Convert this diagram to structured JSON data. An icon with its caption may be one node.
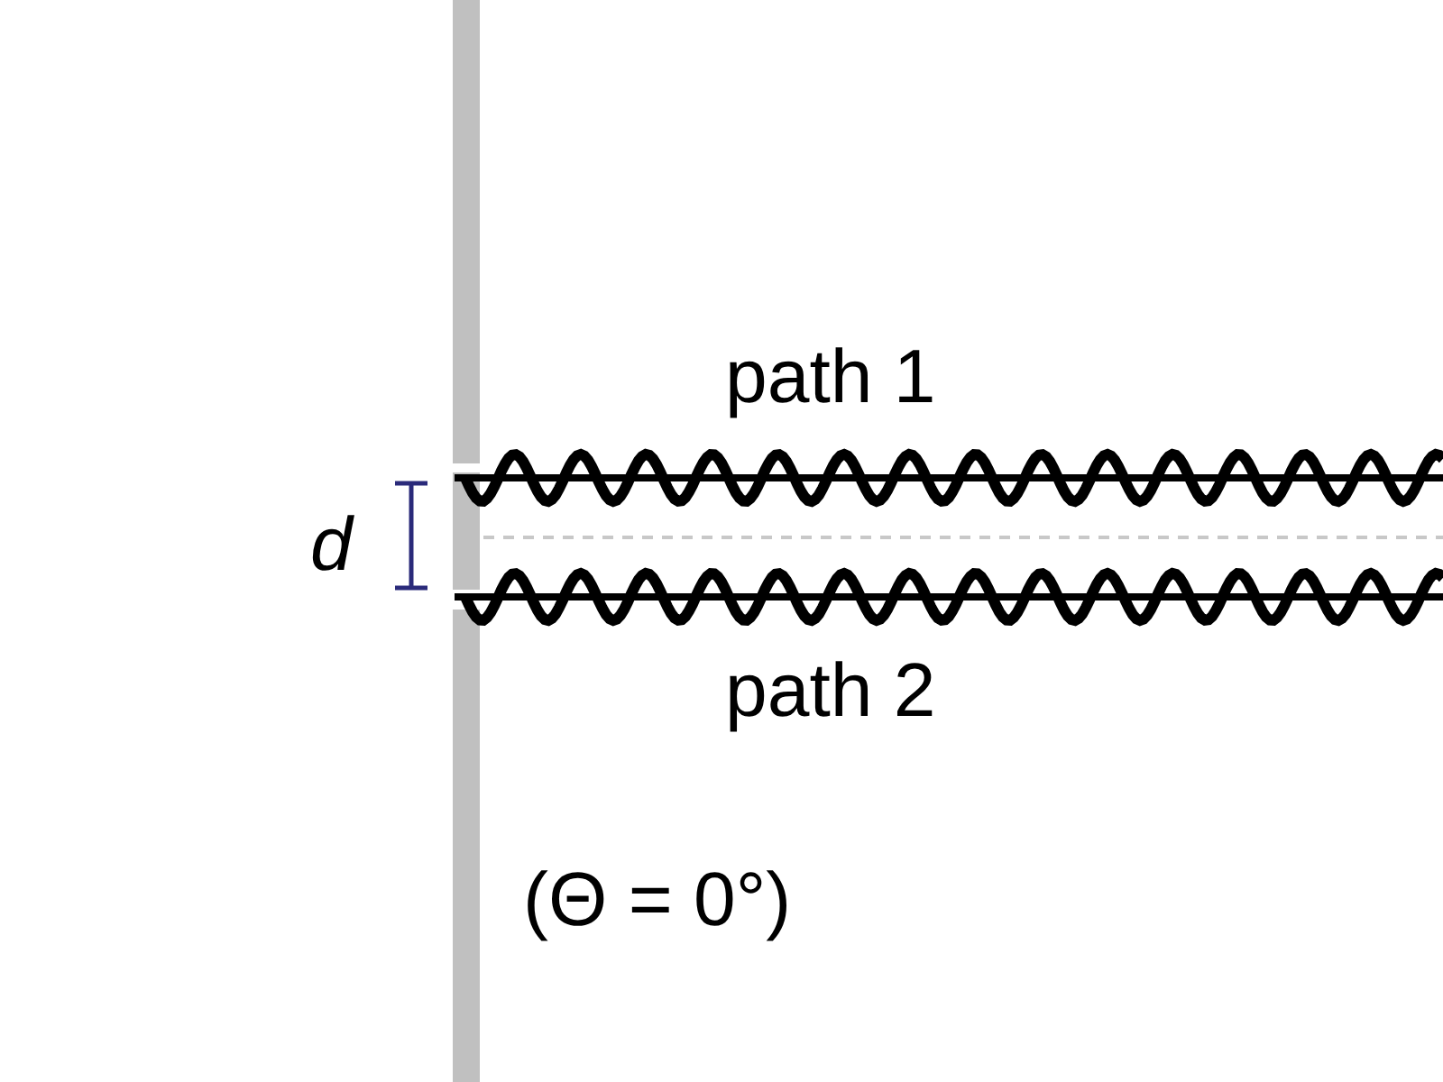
{
  "diagram": {
    "labels": [
      "path 1",
      "d",
      "path 2",
      "(Θ = 0°)"
    ]
  }
}
